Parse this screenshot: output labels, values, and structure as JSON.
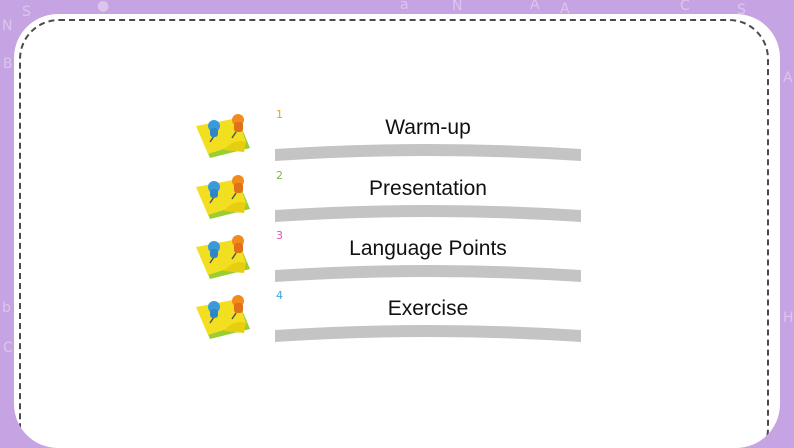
{
  "items": [
    {
      "number": "1",
      "label": "Warm-up",
      "number_color": "#f0a020"
    },
    {
      "number": "2",
      "label": "Presentation",
      "number_color": "#7ab648"
    },
    {
      "number": "3",
      "label": "Language Points",
      "number_color": "#e2559a"
    },
    {
      "number": "4",
      "label": "Exercise",
      "number_color": "#3aa8e0"
    }
  ],
  "colors": {
    "background": "#c6a3e2",
    "card": "#ffffff",
    "bar": "#c4c4c4",
    "note_yellow": "#f2e020",
    "note_green": "#9acd32",
    "pin_blue": "#3a9ad9",
    "pin_orange": "#f28a1e"
  },
  "icons": [
    "sticky-note-with-pins-icon"
  ]
}
